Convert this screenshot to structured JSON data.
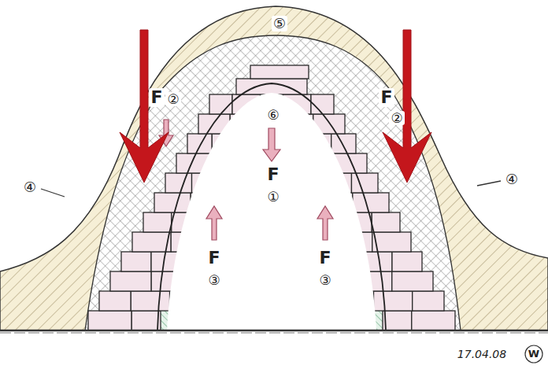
{
  "diagram": {
    "labels": [
      "F",
      "②",
      "F",
      "②",
      "⑥",
      "F",
      "①",
      "F",
      "③",
      "F",
      "③",
      "⑤",
      "④",
      "④",
      "17.04.08",
      "W"
    ]
  }
}
